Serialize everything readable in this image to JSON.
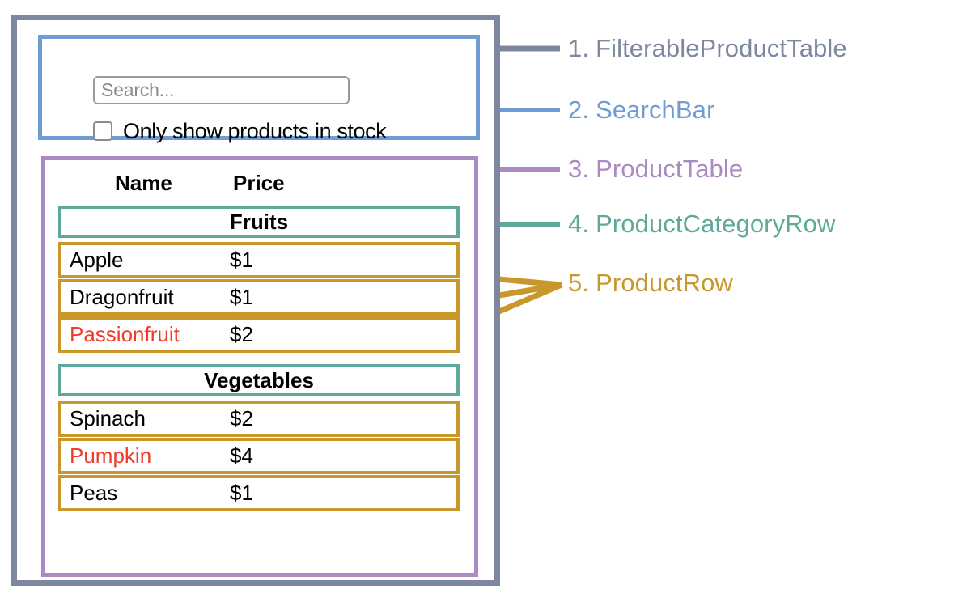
{
  "colors": {
    "outer": "#7d87a0",
    "searchbar": "#6f9cd3",
    "producttable": "#ab8ac4",
    "categoryrow": "#5fa99b",
    "productrow": "#c8982c",
    "out_of_stock_text": "#ee3b2a",
    "text": "#000000",
    "placeholder": "#8a8a8a"
  },
  "mockup": {
    "search": {
      "placeholder": "Search...",
      "value": ""
    },
    "checkbox": {
      "label": "Only show products in stock",
      "checked": false
    },
    "table": {
      "headers": [
        "Name",
        "Price"
      ],
      "groups": [
        {
          "category": "Fruits",
          "rows": [
            {
              "name": "Apple",
              "price": "$1",
              "in_stock": true
            },
            {
              "name": "Dragonfruit",
              "price": "$1",
              "in_stock": true
            },
            {
              "name": "Passionfruit",
              "price": "$2",
              "in_stock": false
            }
          ]
        },
        {
          "category": "Vegetables",
          "rows": [
            {
              "name": "Spinach",
              "price": "$2",
              "in_stock": true
            },
            {
              "name": "Pumpkin",
              "price": "$4",
              "in_stock": false
            },
            {
              "name": "Peas",
              "price": "$1",
              "in_stock": true
            }
          ]
        }
      ]
    }
  },
  "legend": [
    {
      "num": "1.",
      "label": "FilterableProductTable",
      "color": "#7d87a0"
    },
    {
      "num": "2.",
      "label": "SearchBar",
      "color": "#6f9cd3"
    },
    {
      "num": "3.",
      "label": "ProductTable",
      "color": "#ab8ac4"
    },
    {
      "num": "4.",
      "label": "ProductCategoryRow",
      "color": "#5fa99b"
    },
    {
      "num": "5.",
      "label": "ProductRow",
      "color": "#c8982c"
    }
  ]
}
